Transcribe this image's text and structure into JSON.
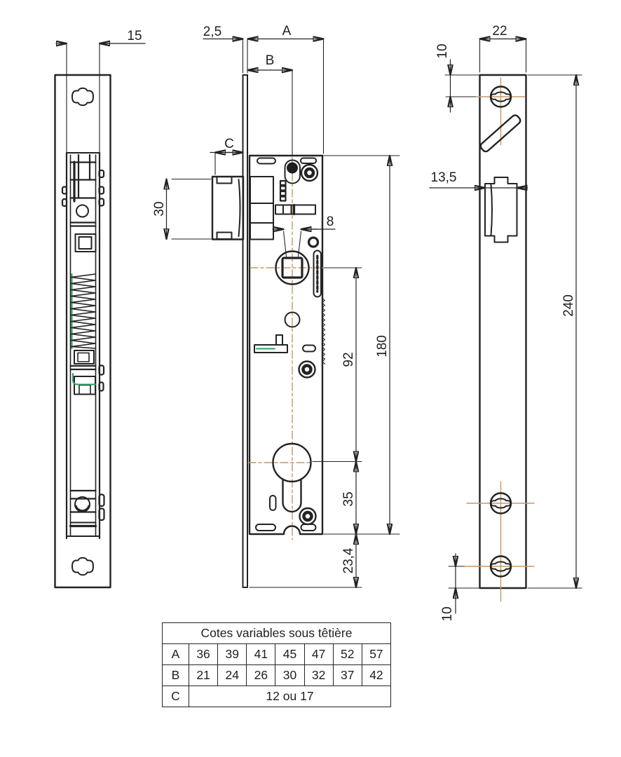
{
  "drawing": {
    "type": "technical-drawing",
    "colors": {
      "line": "#232323",
      "centerline": "#c39a68",
      "accent_green": "#2f9e63",
      "background": "#ffffff"
    },
    "views": {
      "side_view": {
        "dims": {
          "case_thickness": "15"
        }
      },
      "front_view": {
        "dims": {
          "faceplate_thickness": "2,5",
          "backset": "A",
          "b_dim": "B",
          "c_dim": "C",
          "latch_height": "30",
          "follower_square": "8",
          "spindle_to_cylinder": "92",
          "case_height": "180",
          "cylinder_to_case_bottom": "35",
          "faceplate_overhang": "23,4"
        }
      },
      "faceplate_view": {
        "dims": {
          "width": "22",
          "top_hole_offset": "10",
          "latch_cutout_width": "13,5",
          "length": "240",
          "bottom_hole_offset": "10"
        }
      }
    }
  },
  "table": {
    "header": "Cotes variables sous têtière",
    "rows": [
      {
        "label": "A",
        "values": [
          "36",
          "39",
          "41",
          "45",
          "47",
          "52",
          "57"
        ]
      },
      {
        "label": "B",
        "values": [
          "21",
          "24",
          "26",
          "30",
          "32",
          "37",
          "42"
        ]
      },
      {
        "label": "C",
        "merged": "12 ou 17"
      }
    ]
  }
}
